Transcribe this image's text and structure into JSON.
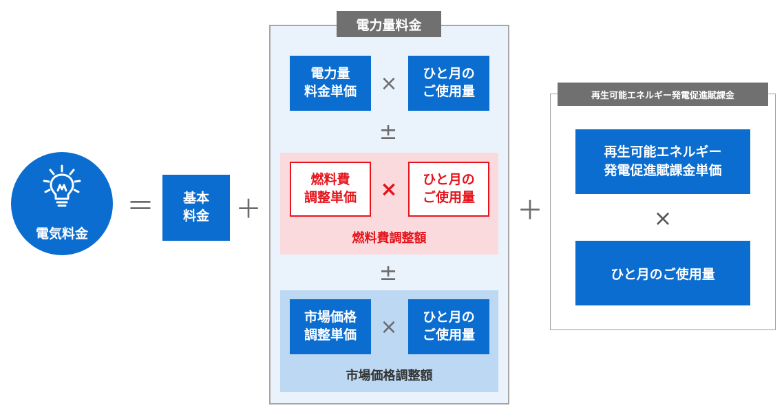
{
  "diagram": {
    "total": {
      "label": "電気料金",
      "icon": "lightbulb-icon"
    },
    "equals": "＝",
    "basic": {
      "label": "基本\n料金"
    },
    "plus": "＋",
    "energy_charge": {
      "title": "電力量料金",
      "unit_price": "電力量\n料金単価",
      "times": "×",
      "plus_minus": "±",
      "monthly_usage": "ひと月の\nご使用量",
      "fuel": {
        "unit_price": "燃料費\n調整単価",
        "monthly_usage": "ひと月の\nご使用量",
        "caption": "燃料費調整額",
        "color": "#e5141c"
      },
      "market": {
        "unit_price": "市場価格\n調整単価",
        "monthly_usage": "ひと月の\nご使用量",
        "caption": "市場価格調整額"
      }
    },
    "renewable": {
      "title": "再生可能エネルギー発電促進賦課金",
      "unit_price": "再生可能エネルギー\n発電促進賦課金単価",
      "times": "×",
      "monthly_usage": "ひと月のご使用量"
    },
    "colors": {
      "primary_blue": "#0a6dcf",
      "tag_gray": "#707070",
      "fuel_red": "#e5141c",
      "fuel_bg": "#fadadd",
      "market_bg": "#bcd8f2",
      "energy_bg": "#eaf2fb"
    }
  }
}
